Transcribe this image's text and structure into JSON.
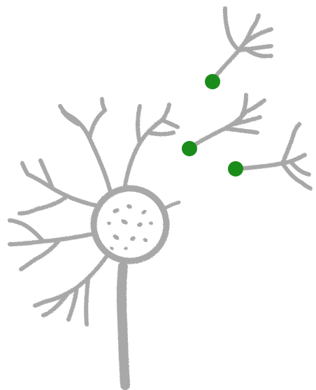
{
  "figure": {
    "background_color": "#ffffff",
    "neuron_color": "#a8a8a8",
    "dot_color": "#1a8c1a",
    "main_neuron": {
      "parts": [
        "soma",
        "nucleus-speckles",
        "axon",
        "dendrites"
      ],
      "dendrite_count": 6
    },
    "afferent_terminals": {
      "count": 3,
      "marker": "green-dot"
    }
  }
}
